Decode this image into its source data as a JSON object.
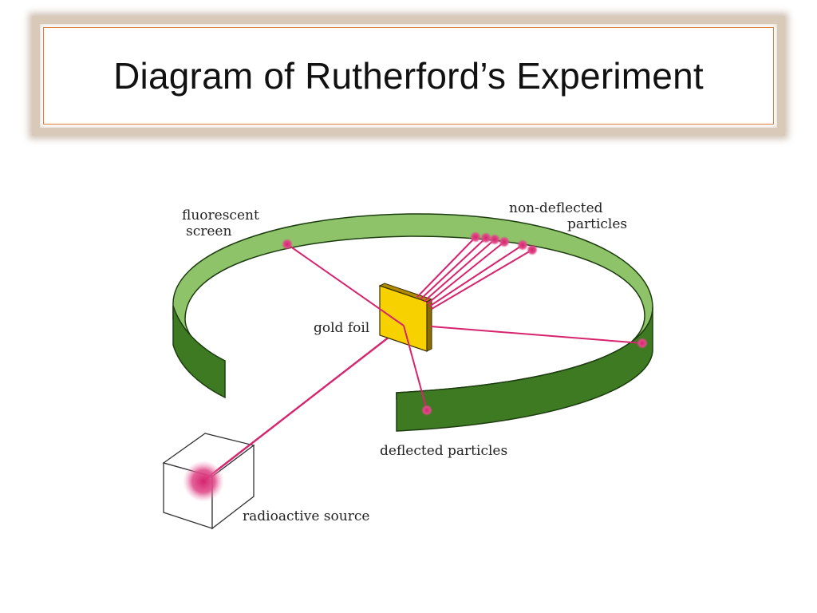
{
  "slide": {
    "title": "Diagram of Rutherford’s Experiment"
  },
  "diagram": {
    "labels": {
      "fluorescent_screen_line1": "fluorescent",
      "fluorescent_screen_line2": "screen",
      "non_deflected_line1": "non-deflected",
      "non_deflected_line2": "particles",
      "gold_foil": "gold foil",
      "deflected_particles": "deflected particles",
      "radioactive_source": "radioactive source"
    },
    "colors": {
      "screen_inner": "#8ec36a",
      "screen_outer": "#3d7a22",
      "beam": "#d6246e",
      "foil": "#f7d200",
      "frame_border": "#e07b39"
    }
  }
}
